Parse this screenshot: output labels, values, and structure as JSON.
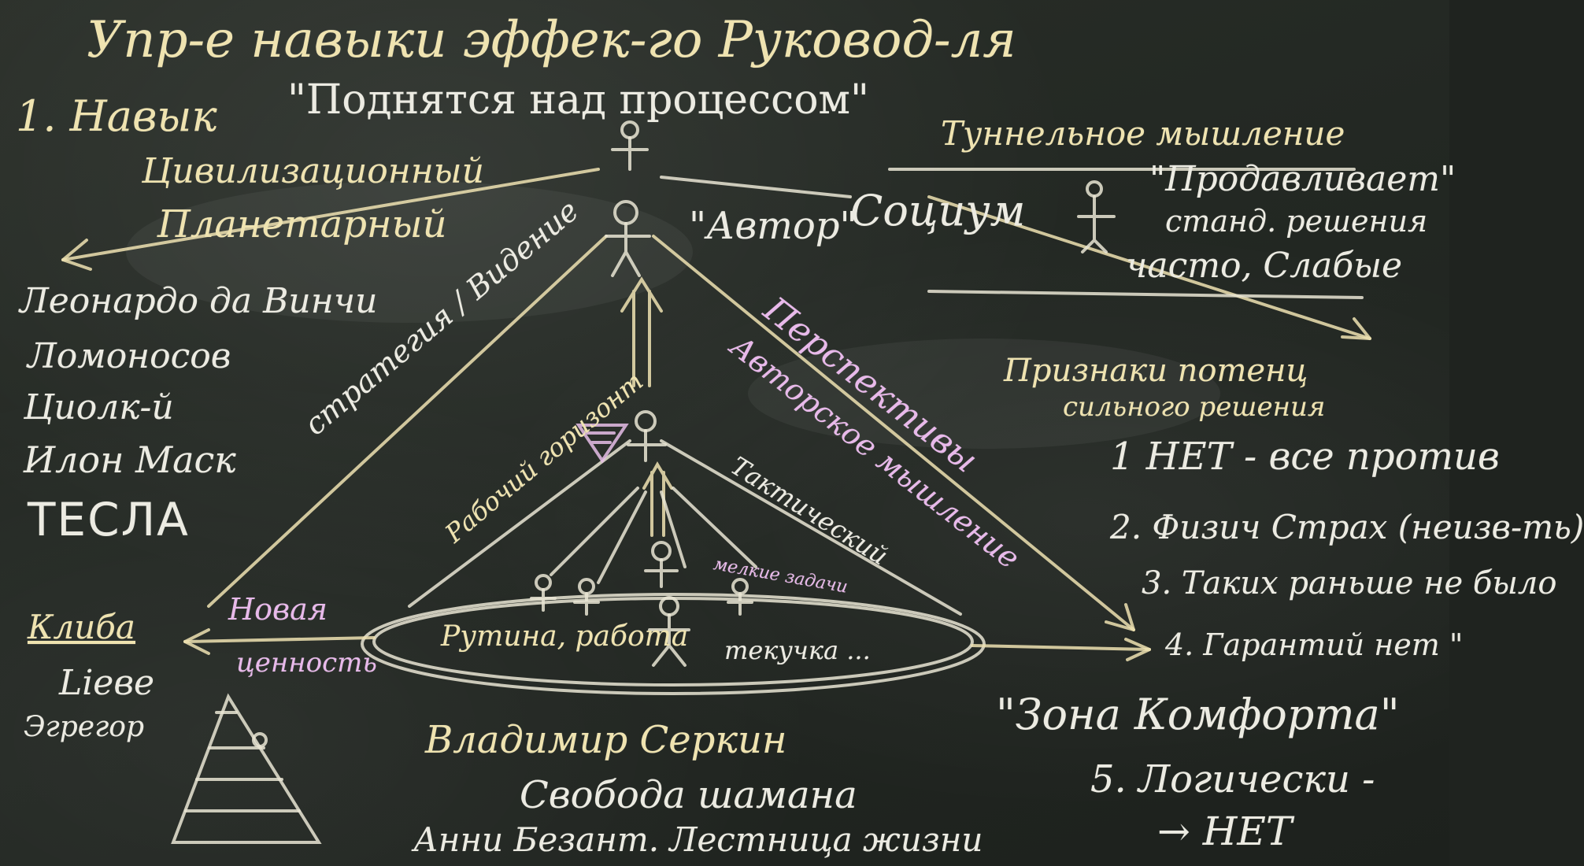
{
  "title": "Упр-е навыки эффек-го Руковод-ля",
  "subtitle": "\"Поднятся над процессом\"",
  "left": {
    "heading": "1. Навык",
    "civilization": "Цивилизационный",
    "planetary": "Планетарный",
    "names": [
      "Леонардо да Винчи",
      "Ломоносов",
      "Циолк-й",
      "Илон Маск",
      "ТЕСЛА"
    ],
    "maslow_words": [
      "Клиба",
      "Lieве",
      "Эгрегор"
    ]
  },
  "center": {
    "author": "\"Автор\"",
    "social": "Социум",
    "strategy": "стратегия / Видение",
    "perspective": "Перспективы",
    "author_thinking": "Авторское мышление",
    "working_horizon": "Рабочий горизонт",
    "tactical": "Тактический",
    "small_tasks": "мелкие задачи",
    "routine": "Рутина, работа",
    "current": "текучка ...",
    "new_label": "Новая",
    "value_label": "ценность"
  },
  "right": {
    "tunnel_heading": "Туннельное мышление",
    "pushes": "\"Продавливает\"",
    "standard": "станд. решения",
    "often_weak": "часто, Слабые",
    "signs_title_1": "Признаки потенц",
    "signs_title_2": "сильного решения",
    "signs": [
      "1 НЕТ - все против",
      "2. Физич Страх (неизв-ть)",
      "3. Таких раньше не было",
      "4. Гарантий нет \"",
      "\"Зона Комфорта\"",
      "5. Логически -",
      "→ НЕТ"
    ]
  },
  "bottom": {
    "author_name": "Владимир Серкин",
    "book1": "Свобода шамана",
    "book2": "Анни Безант. Лестница жизни"
  },
  "colors": {
    "board": "#232823",
    "chalk_white": "#ecebe2",
    "chalk_pink": "#e8b9ea",
    "chalk_yellow": "#efe3b0"
  }
}
